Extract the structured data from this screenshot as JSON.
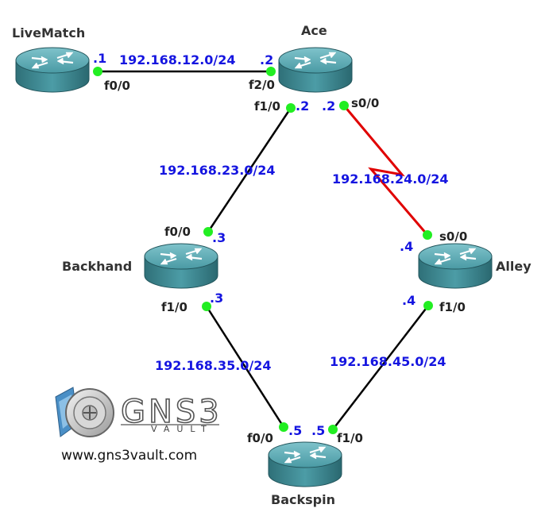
{
  "diagram": {
    "colors": {
      "ethernet_link": "#000000",
      "serial_link": "#e00000",
      "port_dot": "#22ee22",
      "label_blue": "#1515e0",
      "router_body": "#3f8c96"
    },
    "routers": [
      {
        "id": "livematch",
        "name": "LiveMatch"
      },
      {
        "id": "ace",
        "name": "Ace"
      },
      {
        "id": "backhand",
        "name": "Backhand"
      },
      {
        "id": "alley",
        "name": "Alley"
      },
      {
        "id": "backspin",
        "name": "Backspin"
      }
    ],
    "links": [
      {
        "id": "livematch-ace",
        "type": "ethernet",
        "subnet": "192.168.12.0/24",
        "a": {
          "router": "LiveMatch",
          "interface": "f0/0",
          "host": ".1"
        },
        "b": {
          "router": "Ace",
          "interface": "f2/0",
          "host": ".2"
        }
      },
      {
        "id": "ace-backhand",
        "type": "ethernet",
        "subnet": "192.168.23.0/24",
        "a": {
          "router": "Ace",
          "interface": "f1/0",
          "host": ".2"
        },
        "b": {
          "router": "Backhand",
          "interface": "f0/0",
          "host": ".3"
        }
      },
      {
        "id": "ace-alley",
        "type": "serial",
        "subnet": "192.168.24.0/24",
        "a": {
          "router": "Ace",
          "interface": "s0/0",
          "host": ".2"
        },
        "b": {
          "router": "Alley",
          "interface": "s0/0",
          "host": ".4"
        }
      },
      {
        "id": "backhand-backspin",
        "type": "ethernet",
        "subnet": "192.168.35.0/24",
        "a": {
          "router": "Backhand",
          "interface": "f1/0",
          "host": ".3"
        },
        "b": {
          "router": "Backspin",
          "interface": "f0/0",
          "host": ".5"
        }
      },
      {
        "id": "alley-backspin",
        "type": "ethernet",
        "subnet": "192.168.45.0/24",
        "a": {
          "router": "Alley",
          "interface": "f1/0",
          "host": ".4"
        },
        "b": {
          "router": "Backspin",
          "interface": "f1/0",
          "host": ".5"
        }
      }
    ]
  },
  "logo": {
    "brand": "GNS3",
    "sub": "VAULT",
    "website": "www.gns3vault.com"
  }
}
